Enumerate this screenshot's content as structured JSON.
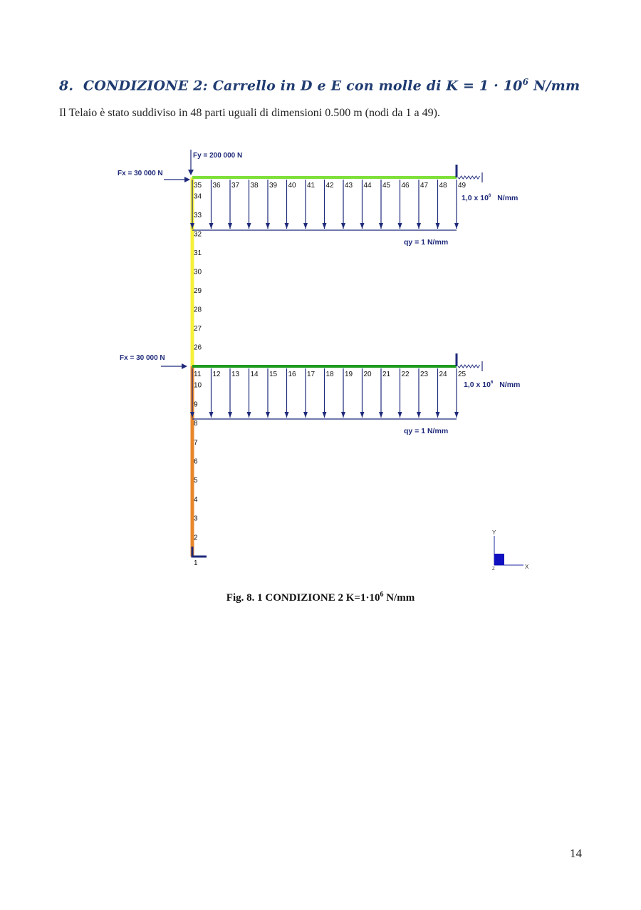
{
  "heading": {
    "number": "8.",
    "text": "CONDIZIONE 2: Carrello in D e E con molle di K = 1 · 10",
    "exp": "6",
    "unit": " N/mm"
  },
  "intro": "Il Telaio è stato suddiviso in 48 parti uguali di dimensioni 0.500 m (nodi da 1 a 49).",
  "diagram": {
    "fy_label": "Fy = 200 000 N",
    "fx_top_label": "Fx = 30 000 N",
    "fx_mid_label": "Fx = 30 000 N",
    "spring_top_label": "1,0 x 10",
    "spring_top_exp": "6",
    "spring_top_unit": "N/mm",
    "spring_mid_label": "1,0 x 10",
    "spring_mid_exp": "6",
    "spring_mid_unit": "N/mm",
    "q_top_label": "qy = 1 N/mm",
    "q_mid_label": "qy = 1 N/mm",
    "column_nodes": [
      "1",
      "2",
      "3",
      "4",
      "5",
      "6",
      "7",
      "8",
      "9",
      "10",
      "11",
      "26",
      "27",
      "28",
      "29",
      "30",
      "31",
      "32",
      "33",
      "34",
      "35"
    ],
    "top_beam_nodes": [
      "35",
      "36",
      "37",
      "38",
      "39",
      "40",
      "41",
      "42",
      "43",
      "44",
      "45",
      "46",
      "47",
      "48",
      "49"
    ],
    "mid_beam_nodes": [
      "11",
      "12",
      "13",
      "14",
      "15",
      "16",
      "17",
      "18",
      "19",
      "20",
      "21",
      "22",
      "23",
      "24",
      "25"
    ],
    "axis": {
      "x": "X",
      "y": "Y",
      "z": "Z"
    },
    "colors": {
      "top_beam": "#7FE03A",
      "mid_beam": "#1E9A1E",
      "column_upper": "#F5F03A",
      "column_lower": "#E8862A",
      "loads": "#1F2A7A"
    }
  },
  "caption": {
    "text": "Fig. 8.  1 CONDIZIONE 2 K=1·10",
    "exp": "6",
    "unit": "  N/mm"
  },
  "page_number": "14"
}
